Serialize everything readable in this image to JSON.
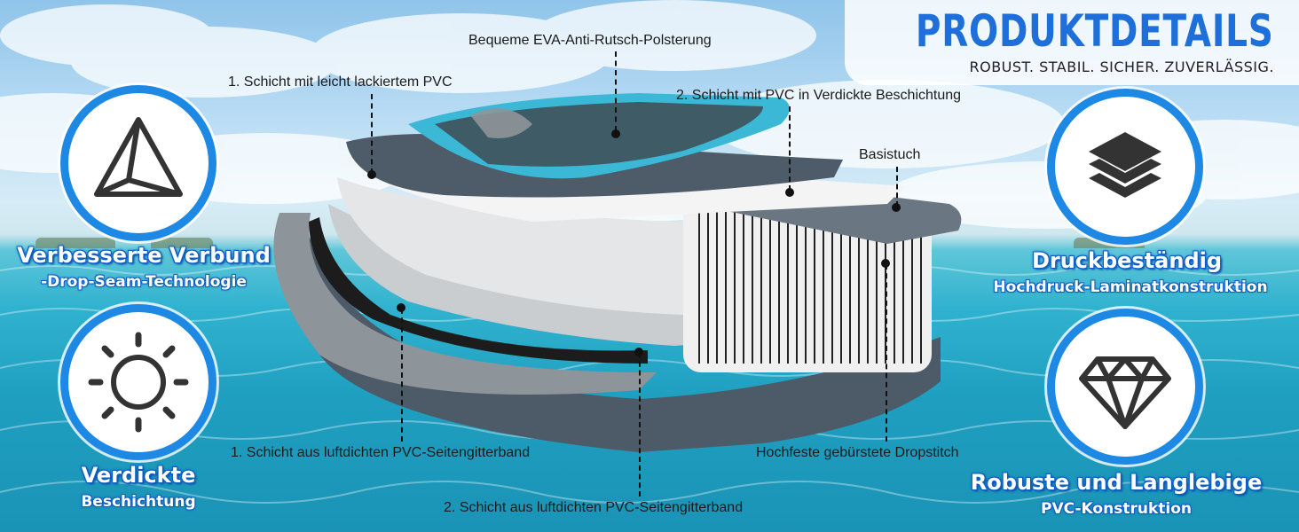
{
  "header": {
    "title": "PRODUKTDETAILS",
    "subtitle": "ROBUST. STABIL. SICHER. ZUVERLÄSSIG."
  },
  "features": {
    "left_top": {
      "icon": "pyramid-icon",
      "title": "Verbesserte Verbund",
      "subtitle": "-Drop-Seam-Technologie"
    },
    "left_bottom": {
      "icon": "sun-icon",
      "title": "Verdickte",
      "subtitle": "Beschichtung"
    },
    "right_top": {
      "icon": "layers-icon",
      "title": "Druckbeständig",
      "subtitle": "Hochdruck-Laminatkonstruktion"
    },
    "right_bottom": {
      "icon": "diamond-icon",
      "title": "Robuste und Langlebige",
      "subtitle": "PVC-Konstruktion"
    }
  },
  "callouts": {
    "eva": "Bequeme EVA-Anti-Rutsch-Polsterung",
    "layer1_pvc": "1. Schicht mit leicht lackiertem PVC",
    "layer2_pvc": "2. Schicht mit PVC in Verdickte Beschichtung",
    "base_cloth": "Basistuch",
    "dropstitch": "Hochfeste gebürstete Dropstitch",
    "side_band_1": "1. Schicht aus luftdichten PVC-Seitengitterband",
    "side_band_2": "2. Schicht aus luftdichten PVC-Seitengitterband"
  },
  "colors": {
    "accent_blue": "#1e88e5",
    "title_blue": "#1e6fd9",
    "eva_teal": "#3bb8d6",
    "board_dark": "#4a5866",
    "board_light": "#d9dcde"
  }
}
